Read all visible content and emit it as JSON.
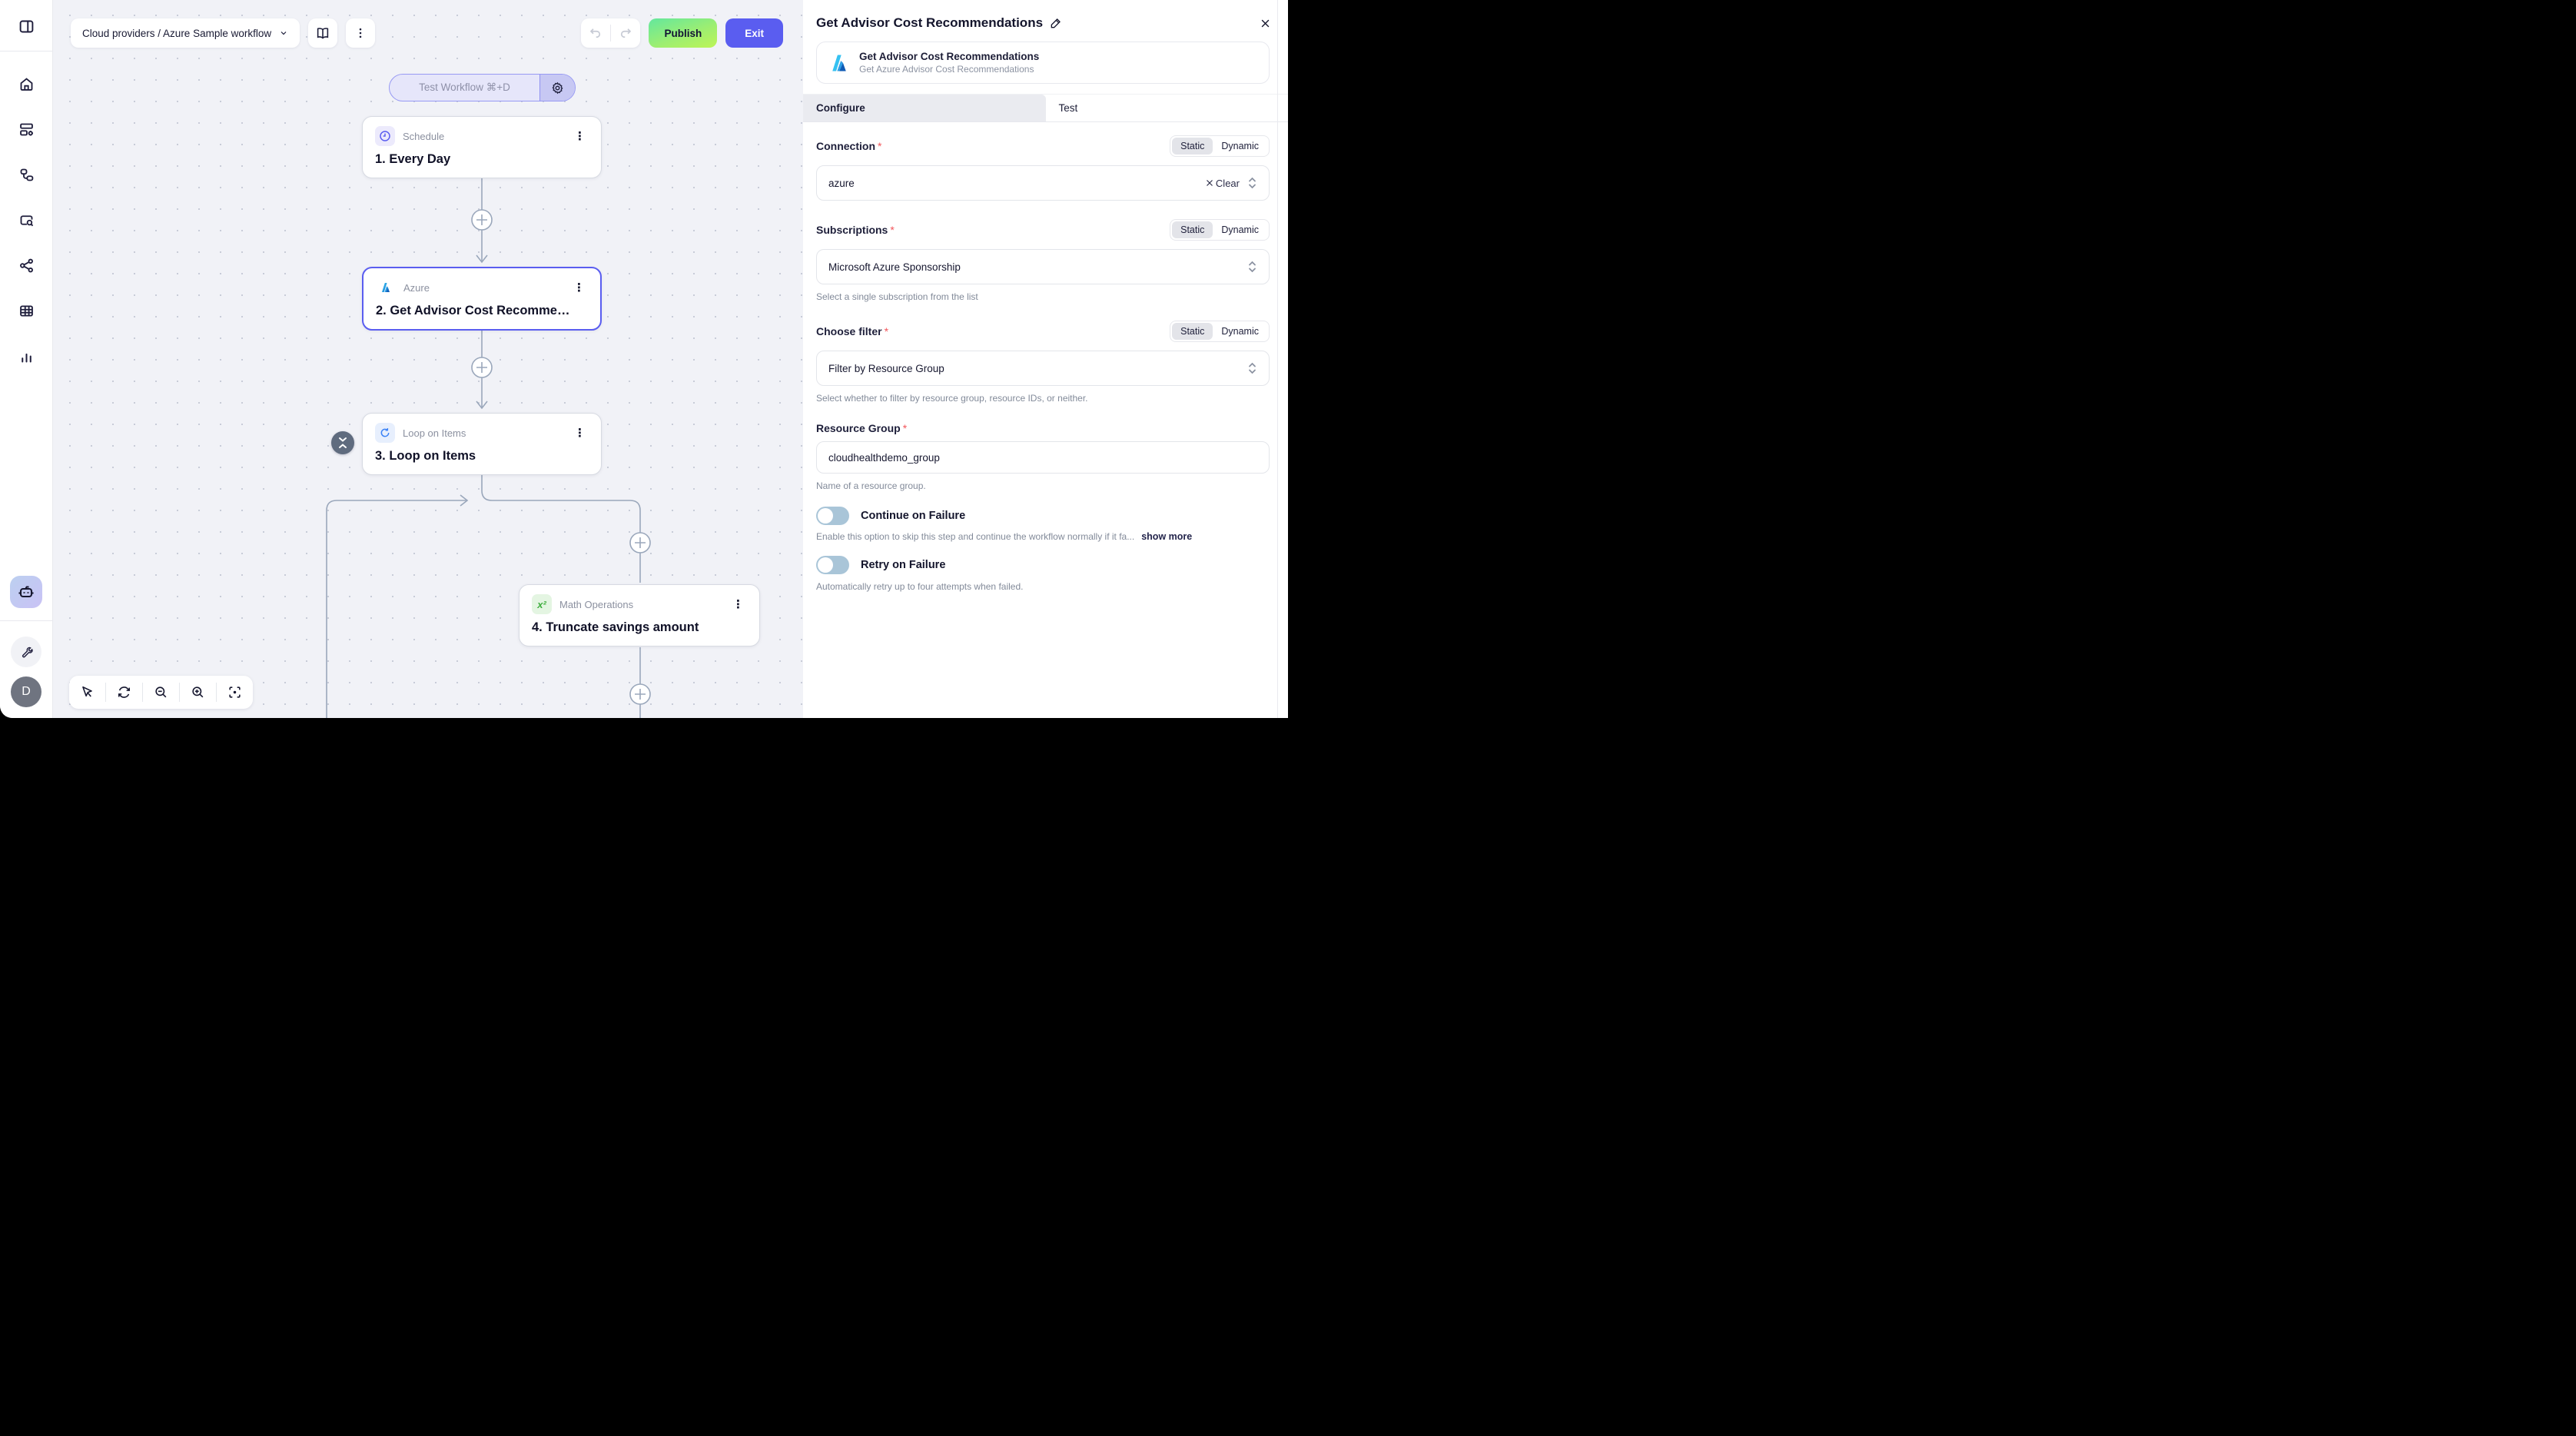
{
  "topbar": {
    "workflow_breadcrumb": "Cloud providers / Azure Sample workflow",
    "publish_label": "Publish",
    "exit_label": "Exit",
    "test_workflow_label": "Test Workflow ⌘+D"
  },
  "sidebar": {
    "avatar_initial": "D"
  },
  "canvas": {
    "nodes": [
      {
        "app": "Schedule",
        "title": "1. Every Day",
        "icon": "clock"
      },
      {
        "app": "Azure",
        "title": "2. Get Advisor Cost Recomme…",
        "icon": "azure-logo"
      },
      {
        "app": "Loop on Items",
        "title": "3. Loop on Items",
        "icon": "loop"
      },
      {
        "app": "Math Operations",
        "title": "4. Truncate savings amount",
        "icon": "x2"
      }
    ],
    "math_icon_glyph": "x²",
    "kebab_glyph": "⋮"
  },
  "panel": {
    "title": "Get Advisor Cost Recommendations",
    "app_card": {
      "name": "Get Advisor Cost Recommendations",
      "description": "Get Azure Advisor Cost Recommendations"
    },
    "tabs": {
      "configure": "Configure",
      "test": "Test"
    },
    "mode_toggle": {
      "static": "Static",
      "dynamic": "Dynamic"
    },
    "fields": {
      "connection": {
        "label": "Connection",
        "value": "azure",
        "clear_label": "Clear"
      },
      "subscriptions": {
        "label": "Subscriptions",
        "value": "Microsoft Azure Sponsorship",
        "helper": "Select a single subscription from the list"
      },
      "choose_filter": {
        "label": "Choose filter",
        "value": "Filter by Resource Group",
        "helper": "Select whether to filter by resource group, resource IDs, or neither."
      },
      "resource_group": {
        "label": "Resource Group",
        "value": "cloudhealthdemo_group",
        "helper": "Name of a resource group."
      }
    },
    "toggles": {
      "continue_on_failure": {
        "label": "Continue on Failure",
        "helper": "Enable this option to skip this step and continue the workflow normally if it fa...",
        "show_more": "show more"
      },
      "retry_on_failure": {
        "label": "Retry on Failure",
        "helper": "Automatically retry up to four attempts when failed."
      }
    }
  },
  "colors": {
    "accent_indigo": "#5a5df0",
    "publish_gradient_start": "#63e79e",
    "publish_gradient_end": "#bdf556",
    "edge_slate": "#9aa7bb",
    "azure_blue": "#2e9fe6",
    "math_green": "#3fae3f",
    "toggle_off_track": "#a9c5d8",
    "required_red": "#f2555a"
  }
}
